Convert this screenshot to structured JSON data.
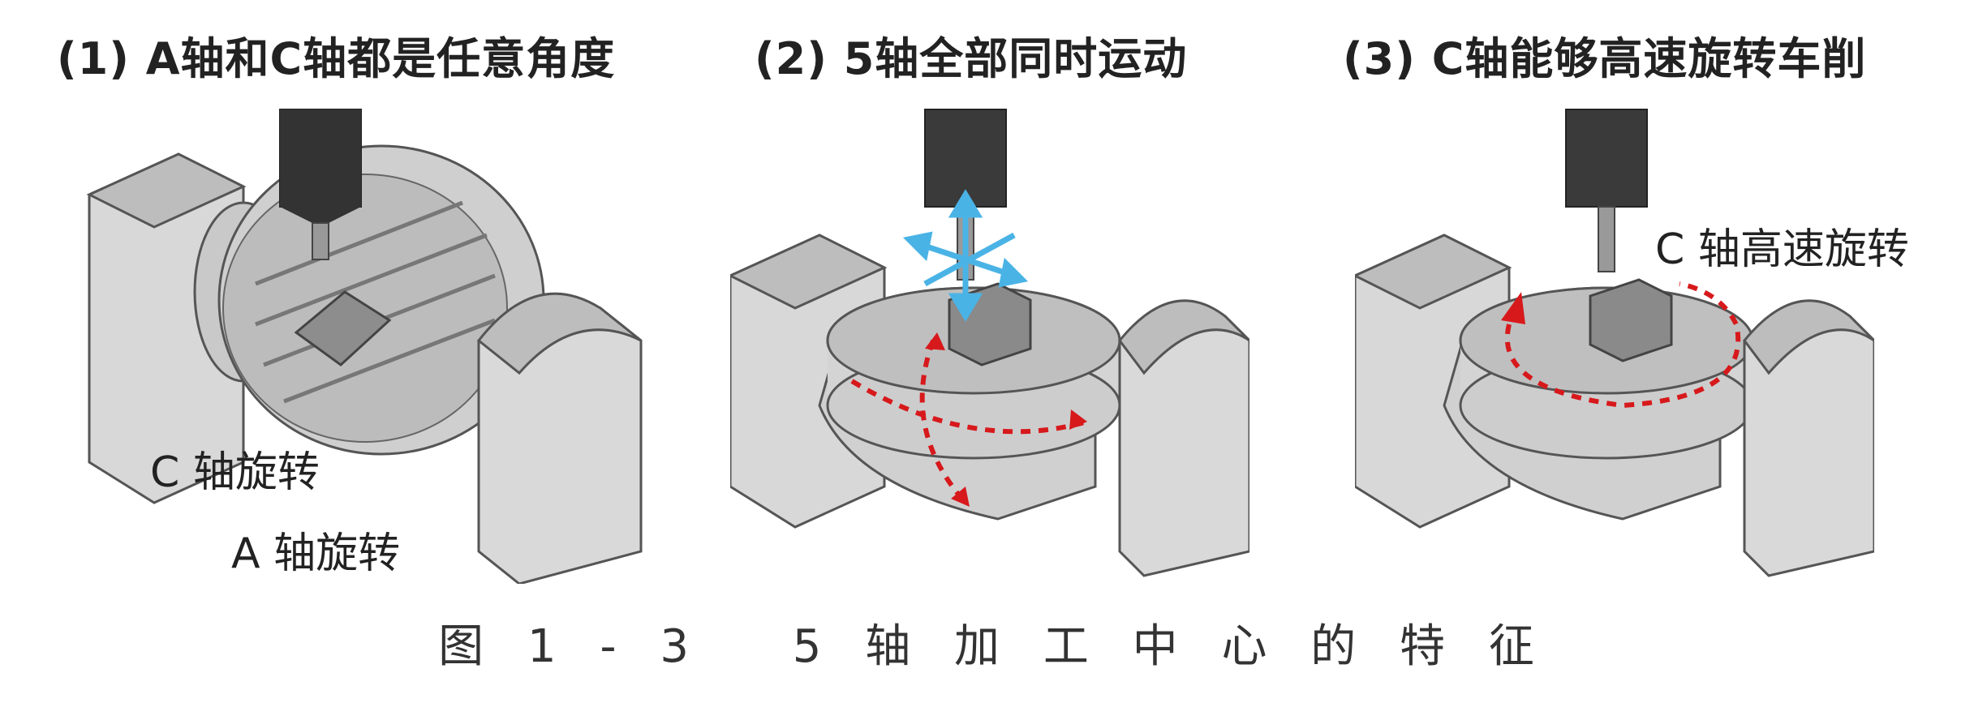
{
  "panels": [
    {
      "title": "(1) A轴和C轴都是任意角度",
      "labels": [
        "C 轴旋转",
        "A 轴旋转"
      ]
    },
    {
      "title": "(2) 5轴全部同时运动"
    },
    {
      "title": "(3) C轴能够高速旋转车削",
      "labels": [
        "C 轴高速旋转"
      ]
    }
  ],
  "caption": "图 1 - 3　 5 轴 加 工 中 心 的 特 征",
  "colors": {
    "red_arrow": "#d7191c",
    "blue_arrow": "#4ab3e6",
    "frame_gray": "#cfcfcf",
    "spindle_dark": "#333333"
  }
}
